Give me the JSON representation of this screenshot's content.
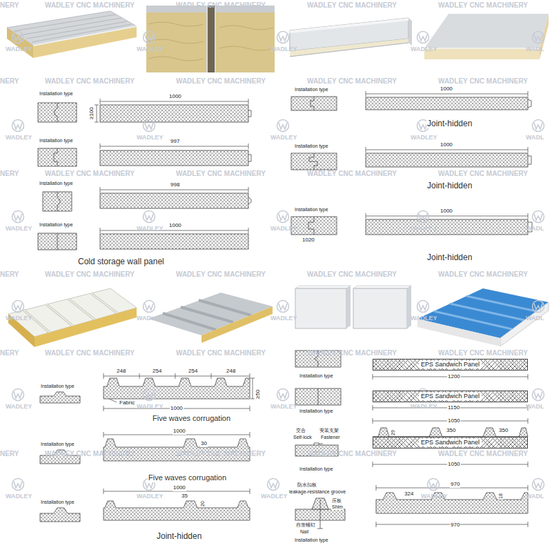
{
  "diagram": {
    "nodes": [
      {
        "text": [
          "EPS Sandwich Panel"
        ]
      },
      {
        "text": [
          "EPS Sandwich Panel"
        ]
      },
      {
        "text": [
          "EPS Sandwich Panel"
        ]
      }
    ],
    "labels": [
      "Installation type",
      "≥100",
      "1000",
      "Installation type",
      "997",
      "Installation type",
      "998",
      "Installation type",
      "1000",
      "Cold storage wall panel",
      "Installation type",
      "1000",
      "Joint-hidden",
      "Installation type",
      "1000",
      "Joint-hidden",
      "Installation type",
      "1000",
      "1020",
      "Joint-hidden",
      "Installation type",
      "248",
      "254",
      "254",
      "248",
      "Fabric",
      "1000",
      "≥50",
      "Five waves corrugation",
      "Installation type",
      "1000",
      "30",
      "Five waves corrugation",
      "Installation type",
      "1000",
      "35",
      "20",
      "Joint-hidden",
      "Installation type",
      "1200",
      "Installation type",
      "1150",
      "1050",
      "29",
      "350",
      "350",
      "交合",
      "安装支架",
      "Self-lock",
      "Fastener",
      "Installation type",
      "1050",
      "防水扣板",
      "leakage-resistance groove",
      "压板",
      "Shim",
      "自攻螺钉",
      "Nail",
      "Installation type",
      "970",
      "324",
      "18",
      "970",
      "NERY",
      "WADLEY CNC MACHINERY",
      "WADLEY CNC MACHINERY",
      "WADLEY CNC MACHINERY",
      "WADLEY CNC MACHINERY",
      "NERY",
      "WADLEY CNC MACHINERY",
      "WADLEY CNC MACHINERY",
      "WADLEY CNC MACHINERY",
      "WADLEY CNC MACHINERY",
      "NERY",
      "WADLEY CNC MACHINERY",
      "WADLEY CNC MACHINERY",
      "WADLEY CNC MACHINERY",
      "WADLEY CNC MACHINERY",
      "NERY",
      "WADLEY CNC MACHINERY",
      "WADLEY CNC MACHINERY",
      "WADLEY CNC MACHINERY",
      "WADLEY CNC MACHINERY",
      "NERY",
      "WADLEY CNC MACHINERY",
      "WADLEY CNC MACHINERY",
      "WADLEY CNC MACHINERY",
      "WADLEY CNC MACHINERY",
      "NERY",
      "WADLEY CNC MACHINERY",
      "WADLEY CNC MACHINERY",
      "WADLEY CNC MACHINERY",
      "WADLEY CNC MACHINERY",
      "WADLEY",
      "WADLEY",
      "WADLEY",
      "WADLEY",
      "WADL",
      "WADLEY",
      "WADLEY",
      "WADLEY",
      "WADLEY",
      "WADL",
      "WADLEY",
      "WADLEY",
      "WADLEY",
      "WADLEY",
      "WADL",
      "WADLEY",
      "WADLEY",
      "WADLEY",
      "WADLEY",
      "WADL",
      "WADLEY",
      "WADLEY",
      "WADLEY",
      "WADLEY",
      "WADL",
      "WADLEY",
      "WADLEY",
      "WADLEY",
      "WADLEY",
      "WADL"
    ]
  }
}
